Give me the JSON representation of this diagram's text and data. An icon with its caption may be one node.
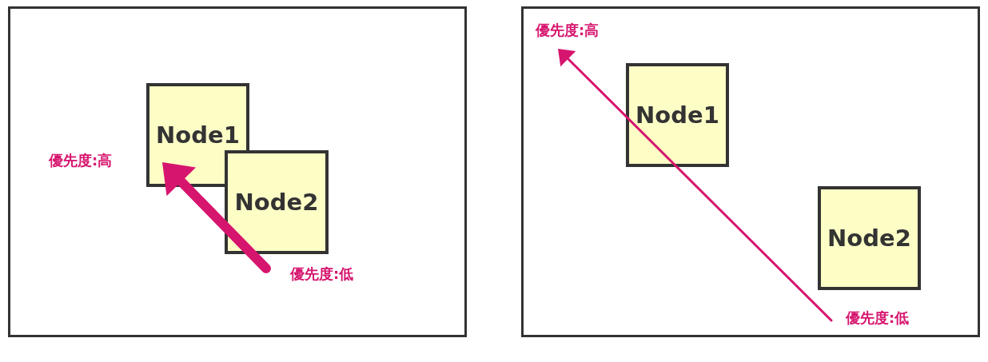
{
  "diagram": {
    "nodes": [
      {
        "text": [],
        "shape": "box"
      },
      {
        "text": [
          "Node1"
        ],
        "in": 0
      },
      {
        "text": [
          "Node2"
        ],
        "in": 0
      },
      {
        "text": [],
        "shape": "box"
      },
      {
        "text": [
          "Node1"
        ],
        "in": 3
      },
      {
        "text": [
          "Node2"
        ],
        "in": 3
      }
    ],
    "labels": [
      "優先度:高",
      "優先度:低",
      "優先度:高",
      "優先度:低"
    ]
  }
}
